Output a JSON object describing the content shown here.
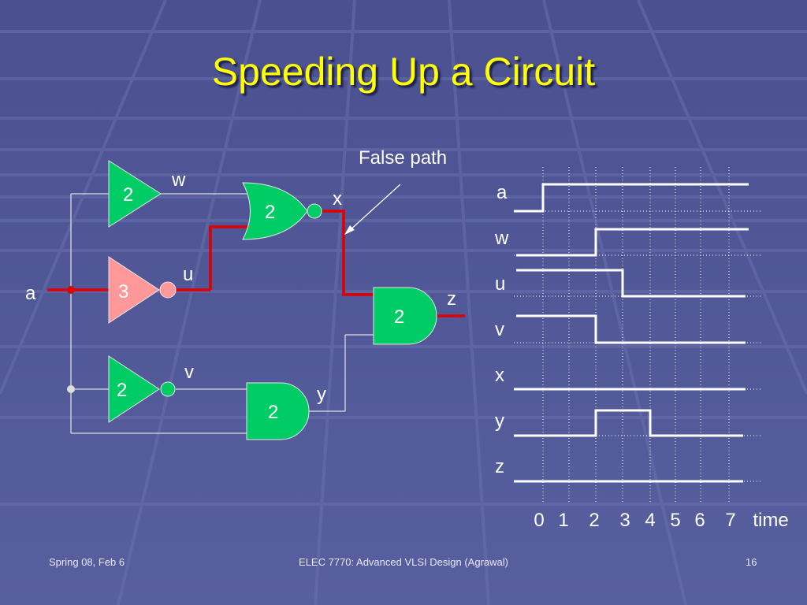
{
  "slide": {
    "title": "Speeding Up a Circuit",
    "footer_left": "Spring 08, Feb 6",
    "footer_center": "ELEC 7770: Advanced VLSI Design (Agrawal)",
    "footer_right": "16"
  },
  "circuit": {
    "input_label": "a",
    "annotation": "False path",
    "gates": {
      "buffer": {
        "delay": "2",
        "output": "w"
      },
      "inverter_top": {
        "delay": "3",
        "output": "u"
      },
      "inverter_bottom": {
        "delay": "2",
        "output": "v"
      },
      "nor": {
        "delay": "2",
        "output": "x"
      },
      "and_bottom": {
        "delay": "2",
        "output": "y"
      },
      "and_out": {
        "delay": "2",
        "output": "z"
      }
    }
  },
  "timing": {
    "signals": [
      "a",
      "w",
      "u",
      "v",
      "x",
      "y",
      "z"
    ],
    "time_ticks": [
      "0",
      "1",
      "2",
      "3",
      "4",
      "5",
      "6",
      "7"
    ],
    "time_label": "time"
  },
  "colors": {
    "background": "#4e5592",
    "title": "#ffff00",
    "gate_fill": "#00cc66",
    "inverter3_fill": "#ff9999",
    "critical_path": "#dd0000",
    "wire": "#dddddd"
  }
}
